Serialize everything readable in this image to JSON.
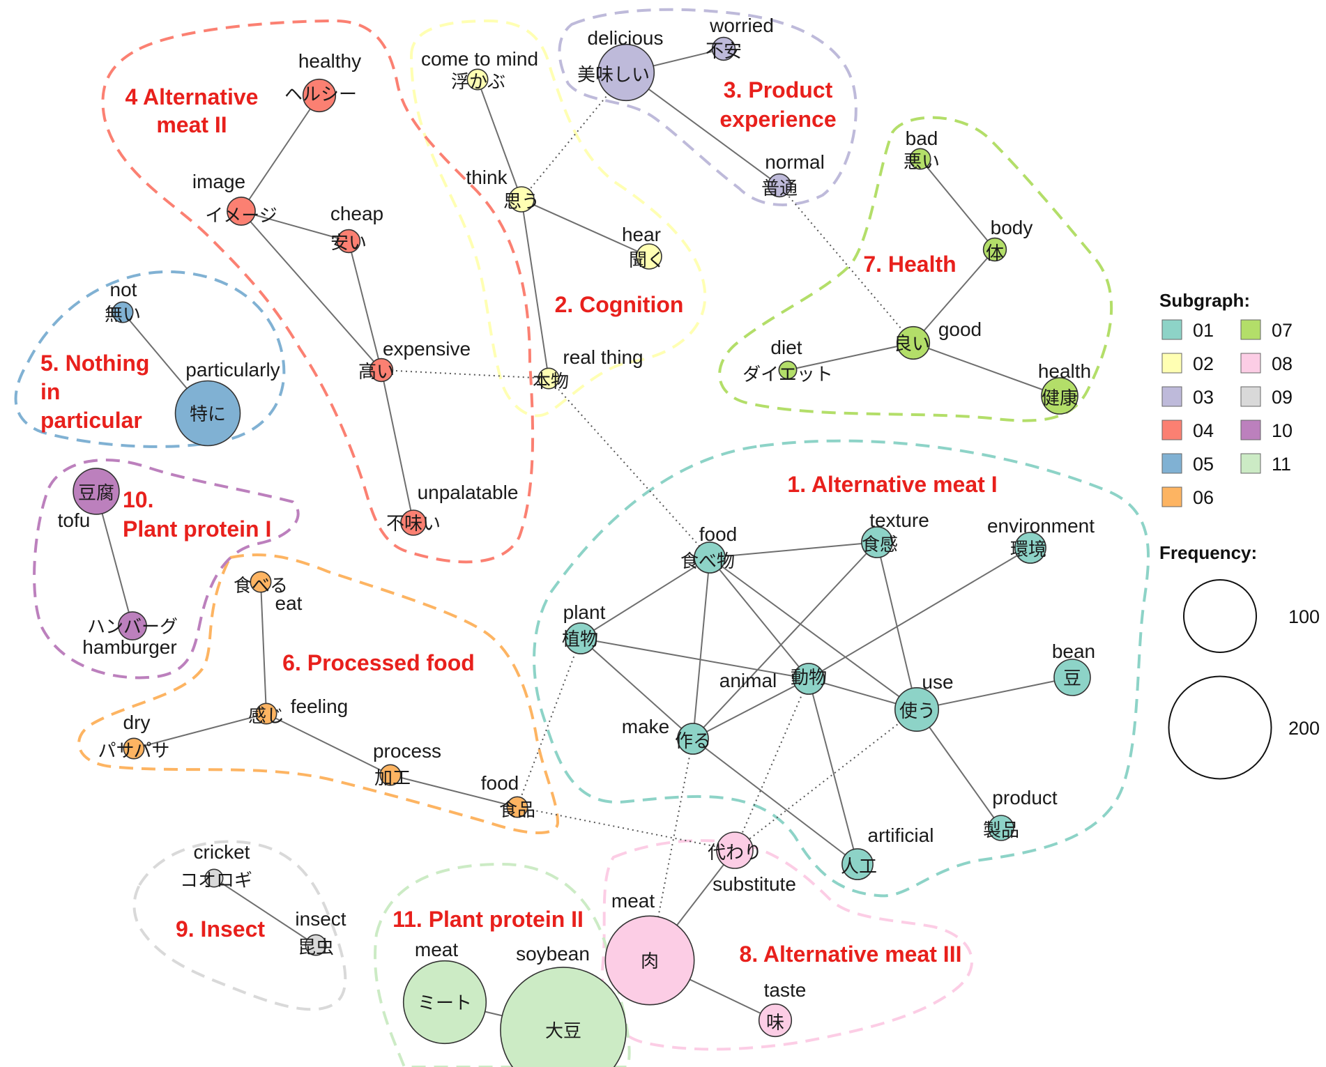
{
  "colors": {
    "01": "#8dd3c7",
    "02": "#ffffb3",
    "03": "#bebada",
    "04": "#fb8072",
    "05": "#80b1d3",
    "06": "#fdb462",
    "07": "#b3de69",
    "08": "#fccde5",
    "09": "#d9d9d9",
    "10": "#bc80bd",
    "11": "#ccebc5"
  },
  "group_labels": {
    "g1": "1.  Alternative meat I",
    "g2": "2. Cognition",
    "g3a": "3. Product",
    "g3b": "experience",
    "g4a": "4 Alternative",
    "g4b": "meat II",
    "g5a": "5. Nothing",
    "g5b": "in",
    "g5c": "particular",
    "g6": "6. Processed food",
    "g7": "7. Health",
    "g8": "8. Alternative meat  III",
    "g9": "9. Insect",
    "g10a": "10.",
    "g10b": "Plant protein I",
    "g11": "11. Plant protein II"
  },
  "nodes": [
    {
      "id": "shokubutsu_food",
      "en": "food",
      "jp": "食べ物",
      "subgraph": "01",
      "frequency": 18
    },
    {
      "id": "shokkan",
      "en": "texture",
      "jp": "食感",
      "subgraph": "01",
      "frequency": 18
    },
    {
      "id": "kankyo",
      "en": "environment",
      "jp": "環境",
      "subgraph": "01",
      "frequency": 18
    },
    {
      "id": "shokubutsu_plant",
      "en": "plant",
      "jp": "植物",
      "subgraph": "01",
      "frequency": 18
    },
    {
      "id": "dobutsu",
      "en": "animal",
      "jp": "動物",
      "subgraph": "01",
      "frequency": 18
    },
    {
      "id": "tsukau",
      "en": "use",
      "jp": "使う",
      "subgraph": "01",
      "frequency": 36
    },
    {
      "id": "mame",
      "en": "bean",
      "jp": "豆",
      "subgraph": "01",
      "frequency": 25
    },
    {
      "id": "tsukuru",
      "en": "make",
      "jp": "作る",
      "subgraph": "01",
      "frequency": 18
    },
    {
      "id": "seihin",
      "en": "product",
      "jp": "製品",
      "subgraph": "01",
      "frequency": 12
    },
    {
      "id": "jinko",
      "en": "artificial",
      "jp": "人工",
      "subgraph": "01",
      "frequency": 18
    },
    {
      "id": "ukabu",
      "en": "come to mind",
      "jp": "浮かぶ",
      "subgraph": "02",
      "frequency": 8
    },
    {
      "id": "omou",
      "en": "think",
      "jp": "思う",
      "subgraph": "02",
      "frequency": 12
    },
    {
      "id": "kiku",
      "en": "hear",
      "jp": "聞く",
      "subgraph": "02",
      "frequency": 12
    },
    {
      "id": "honmono",
      "en": "real thing",
      "jp": "本物",
      "subgraph": "02",
      "frequency": 8
    },
    {
      "id": "oishii",
      "en": "delicious",
      "jp": "美味しい",
      "subgraph": "03",
      "frequency": 60
    },
    {
      "id": "fuan",
      "en": "worried",
      "jp": "不安",
      "subgraph": "03",
      "frequency": 10
    },
    {
      "id": "futsu",
      "en": "normal",
      "jp": "普通",
      "subgraph": "03",
      "frequency": 10
    },
    {
      "id": "herushi",
      "en": "healthy",
      "jp": "ヘルシー",
      "subgraph": "04",
      "frequency": 20
    },
    {
      "id": "imeji",
      "en": "image",
      "jp": "イメージ",
      "subgraph": "04",
      "frequency": 15
    },
    {
      "id": "yasui",
      "en": "cheap",
      "jp": "安い",
      "subgraph": "04",
      "frequency": 10
    },
    {
      "id": "takai",
      "en": "expensive",
      "jp": "高い",
      "subgraph": "04",
      "frequency": 10
    },
    {
      "id": "mazui",
      "en": "unpalatable",
      "jp": "不味い",
      "subgraph": "04",
      "frequency": 12
    },
    {
      "id": "nai",
      "en": "not",
      "jp": "無い",
      "subgraph": "05",
      "frequency": 8
    },
    {
      "id": "tokuni",
      "en": "particularly",
      "jp": "特に",
      "subgraph": "05",
      "frequency": 80
    },
    {
      "id": "taberu",
      "en": "eat",
      "jp": "食べる",
      "subgraph": "06",
      "frequency": 8
    },
    {
      "id": "kanji",
      "en": "feeling",
      "jp": "感じ",
      "subgraph": "06",
      "frequency": 8
    },
    {
      "id": "pasapasa",
      "en": "dry",
      "jp": "パサパサ",
      "subgraph": "06",
      "frequency": 8
    },
    {
      "id": "kako",
      "en": "process",
      "jp": "加工",
      "subgraph": "06",
      "frequency": 8
    },
    {
      "id": "shokuhin",
      "en": "food",
      "jp": "食品",
      "subgraph": "06",
      "frequency": 8
    },
    {
      "id": "warui",
      "en": "bad",
      "jp": "悪い",
      "subgraph": "07",
      "frequency": 8
    },
    {
      "id": "karada",
      "en": "body",
      "jp": "体",
      "subgraph": "07",
      "frequency": 10
    },
    {
      "id": "yoi",
      "en": "good",
      "jp": "良い",
      "subgraph": "07",
      "frequency": 20
    },
    {
      "id": "daietto",
      "en": "diet",
      "jp": "ダイエット",
      "subgraph": "07",
      "frequency": 6
    },
    {
      "id": "kenko",
      "en": "health",
      "jp": "健康",
      "subgraph": "07",
      "frequency": 25
    },
    {
      "id": "kawari",
      "en": "substitute",
      "jp": "代わり",
      "subgraph": "08",
      "frequency": 25
    },
    {
      "id": "niku",
      "en": "meat",
      "jp": "肉",
      "subgraph": "08",
      "frequency": 150
    },
    {
      "id": "aji",
      "en": "taste",
      "jp": "味",
      "subgraph": "08",
      "frequency": 20
    },
    {
      "id": "korogi",
      "en": "cricket",
      "jp": "コオロギ",
      "subgraph": "09",
      "frequency": 6
    },
    {
      "id": "konchu",
      "en": "insect",
      "jp": "昆虫",
      "subgraph": "09",
      "frequency": 8
    },
    {
      "id": "tofu",
      "en": "tofu",
      "jp": "豆腐",
      "subgraph": "10",
      "frequency": 40
    },
    {
      "id": "hanbagu",
      "en": "hamburger",
      "jp": "ハンバーグ",
      "subgraph": "10",
      "frequency": 15
    },
    {
      "id": "mito",
      "en": "meat",
      "jp": "ミート",
      "subgraph": "11",
      "frequency": 130
    },
    {
      "id": "daizu",
      "en": "soybean",
      "jp": "大豆",
      "subgraph": "11",
      "frequency": 300
    }
  ],
  "edges": [
    [
      "shokubutsu_food",
      "shokkan"
    ],
    [
      "shokubutsu_food",
      "shokubutsu_plant"
    ],
    [
      "shokubutsu_food",
      "tsukuru"
    ],
    [
      "shokubutsu_food",
      "dobutsu"
    ],
    [
      "shokubutsu_food",
      "tsukau"
    ],
    [
      "shokkan",
      "tsukau"
    ],
    [
      "shokkan",
      "tsukuru"
    ],
    [
      "kankyo",
      "dobutsu"
    ],
    [
      "shokubutsu_plant",
      "dobutsu"
    ],
    [
      "shokubutsu_plant",
      "tsukuru"
    ],
    [
      "dobutsu",
      "tsukau"
    ],
    [
      "dobutsu",
      "tsukuru"
    ],
    [
      "dobutsu",
      "jinko"
    ],
    [
      "tsukau",
      "mame"
    ],
    [
      "tsukau",
      "seihin"
    ],
    [
      "tsukuru",
      "jinko"
    ],
    [
      "ukabu",
      "omou"
    ],
    [
      "omou",
      "kiku"
    ],
    [
      "omou",
      "honmono"
    ],
    [
      "oishii",
      "fuan"
    ],
    [
      "oishii",
      "futsu"
    ],
    [
      "herushi",
      "imeji"
    ],
    [
      "imeji",
      "yasui"
    ],
    [
      "imeji",
      "takai"
    ],
    [
      "yasui",
      "takai"
    ],
    [
      "takai",
      "mazui"
    ],
    [
      "nai",
      "tokuni"
    ],
    [
      "taberu",
      "kanji"
    ],
    [
      "kanji",
      "pasapasa"
    ],
    [
      "kanji",
      "kako"
    ],
    [
      "kako",
      "shokuhin"
    ],
    [
      "warui",
      "karada"
    ],
    [
      "karada",
      "yoi"
    ],
    [
      "yoi",
      "daietto"
    ],
    [
      "yoi",
      "kenko"
    ],
    [
      "kawari",
      "niku"
    ],
    [
      "niku",
      "aji"
    ],
    [
      "korogi",
      "konchu"
    ],
    [
      "tofu",
      "hanbagu"
    ],
    [
      "mito",
      "daizu"
    ]
  ],
  "weak_edges": [
    [
      "omou",
      "oishii"
    ],
    [
      "takai",
      "honmono"
    ],
    [
      "honmono",
      "shokubutsu_food"
    ],
    [
      "futsu",
      "yoi"
    ],
    [
      "shokubutsu_plant",
      "shokuhin"
    ],
    [
      "shokuhin",
      "kawari"
    ],
    [
      "dobutsu",
      "kawari"
    ],
    [
      "tsukuru",
      "niku"
    ],
    [
      "tsukau",
      "kawari"
    ]
  ],
  "legend": {
    "subgraph_title": "Subgraph:",
    "subgraph_items": [
      "01",
      "02",
      "03",
      "04",
      "05",
      "06",
      "07",
      "08",
      "09",
      "10",
      "11"
    ],
    "frequency_title": "Frequency:",
    "frequency_items": [
      {
        "label": "100",
        "frequency": 100
      },
      {
        "label": "200",
        "frequency": 200
      }
    ]
  }
}
